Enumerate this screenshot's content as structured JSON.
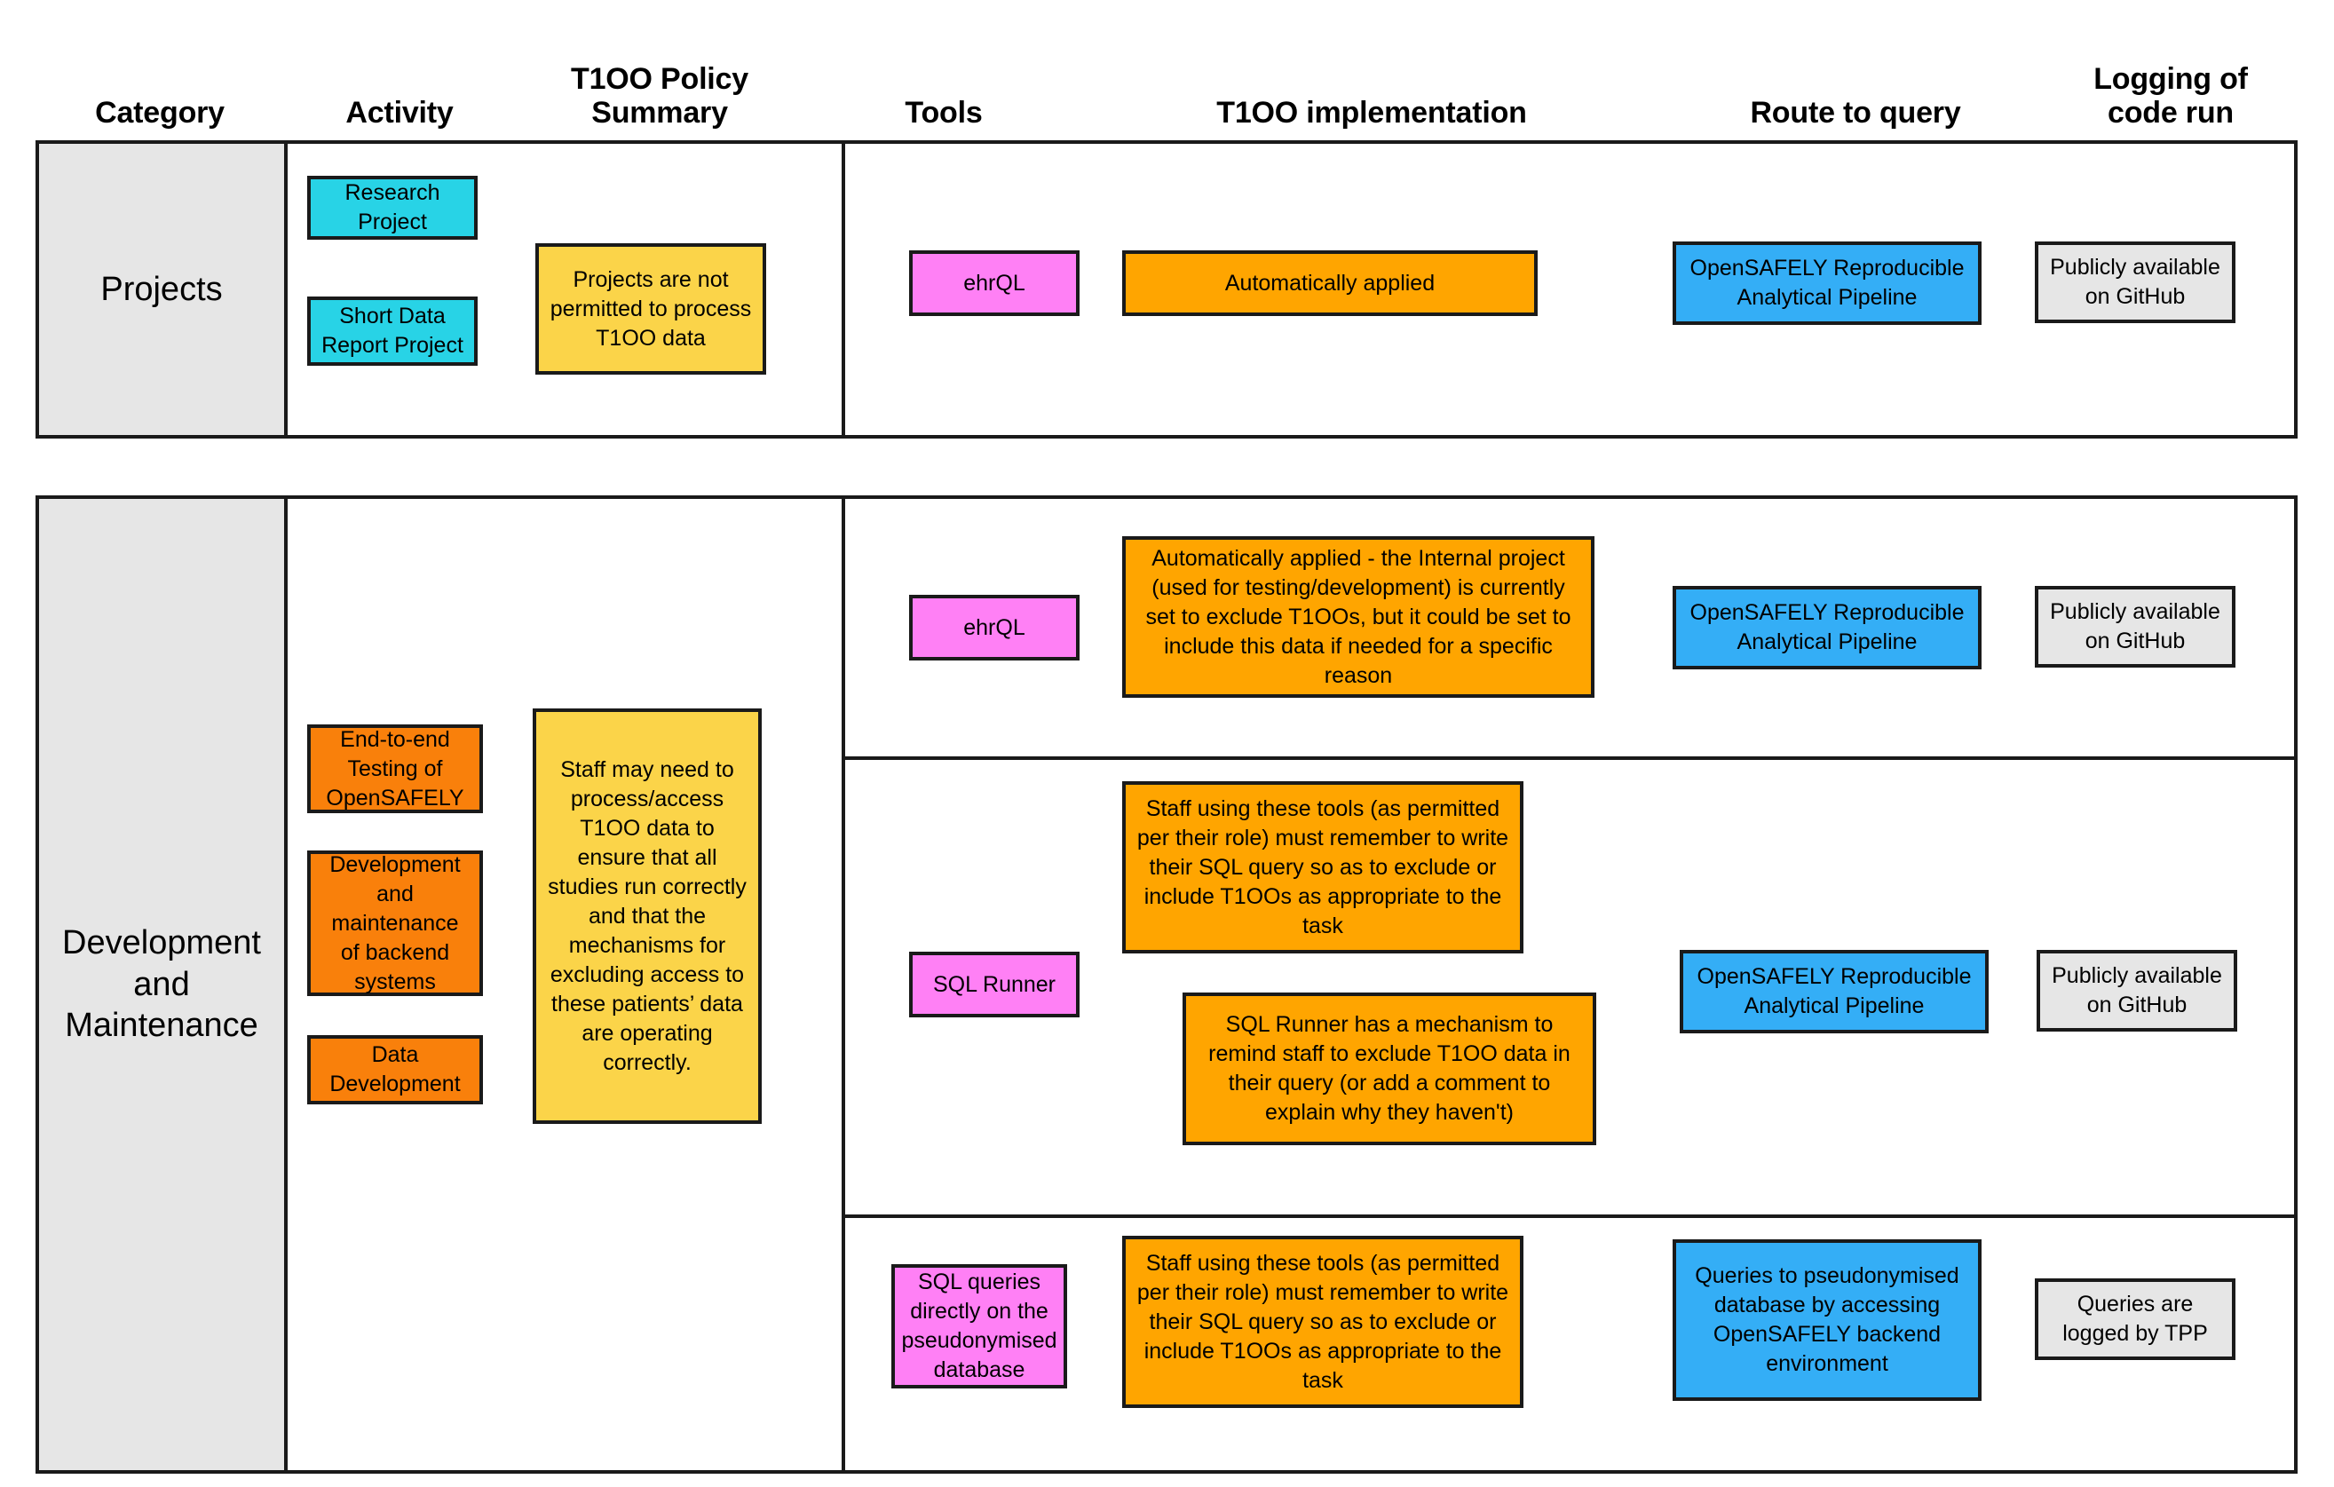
{
  "columns": [
    {
      "key": "category",
      "label": "Category"
    },
    {
      "key": "activity",
      "label": "Activity"
    },
    {
      "key": "policy",
      "label": "T1OO Policy\nSummary"
    },
    {
      "key": "tools",
      "label": "Tools"
    },
    {
      "key": "impl",
      "label": "T1OO implementation"
    },
    {
      "key": "route",
      "label": "Route to query"
    },
    {
      "key": "logging",
      "label": "Logging of\ncode run"
    }
  ],
  "colors": {
    "cyan": "#28d3e6",
    "yellow": "#fbd449",
    "orange": "#ffa500",
    "orange_deep": "#f9800b",
    "pink": "#ff80f5",
    "blue": "#34aef6",
    "grey": "#e6e6e6",
    "border": "#1a1a1a"
  },
  "rows": [
    {
      "id": "projects",
      "category": "Projects",
      "activities": [
        "Research\nProject",
        "Short Data\nReport Project"
      ],
      "policy_summary": "Projects are not permitted to process T1OO data",
      "subrows": [
        {
          "tools": [
            "ehrQL"
          ],
          "implementations": [
            "Automatically applied"
          ],
          "route": "OpenSAFELY Reproducible Analytical Pipeline",
          "logging": "Publicly available on GitHub"
        }
      ]
    },
    {
      "id": "development-and-maintenance",
      "category": "Development\nand\nMaintenance",
      "activities": [
        "End-to-end\nTesting of\nOpenSAFELY",
        "Development and maintenance of backend systems",
        "Data\nDevelopment"
      ],
      "policy_summary": "Staff may need to process/access T1OO data to ensure that all studies run correctly and that the mechanisms for excluding access to these patients’ data are operating correctly.",
      "subrows": [
        {
          "tools": [
            "ehrQL"
          ],
          "implementations": [
            "Automatically applied - the Internal project (used for testing/development) is currently set to exclude T1OOs, but it could be set to include this data if needed for a specific reason"
          ],
          "route": "OpenSAFELY Reproducible Analytical Pipeline",
          "logging": "Publicly available on GitHub"
        },
        {
          "tools": [
            "SQL Runner"
          ],
          "implementations": [
            "Staff using these tools (as permitted per their role) must remember to write their SQL query so as to exclude or include T1OOs as appropriate to the task",
            "SQL Runner has a mechanism to remind staff to exclude T1OO data in their query (or add a comment to explain why they haven't)"
          ],
          "route": "OpenSAFELY Reproducible Analytical Pipeline",
          "logging": "Publicly available on GitHub"
        },
        {
          "tools": [
            "SQL queries directly on the pseudonymised database"
          ],
          "implementations": [
            "Staff using these tools (as permitted per their role) must remember to write their SQL query so as to exclude or include T1OOs as appropriate to the task"
          ],
          "route": "Queries to pseudonymised database by accessing OpenSAFELY backend environment",
          "logging": "Queries are logged by TPP"
        }
      ]
    }
  ]
}
